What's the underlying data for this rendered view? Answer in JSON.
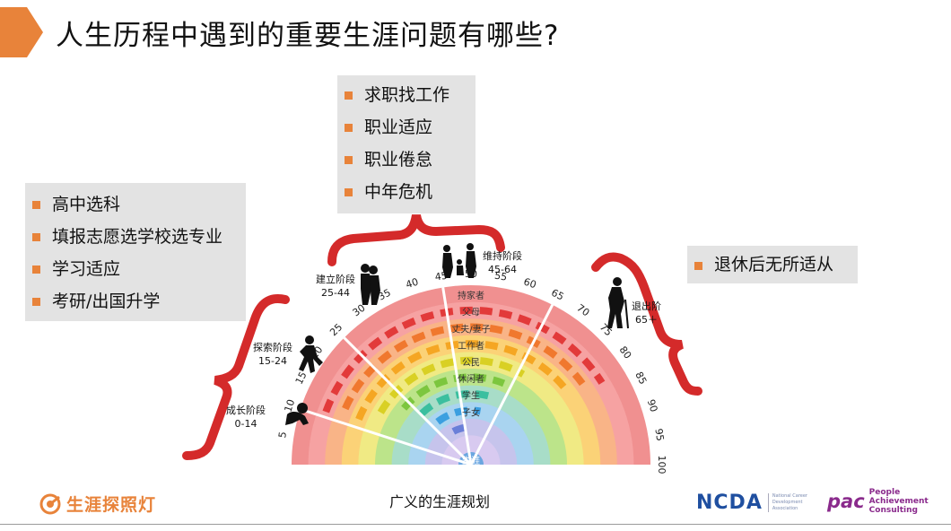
{
  "title": "人生历程中遇到的重要生涯问题有哪些?",
  "boxes": {
    "top": [
      "求职找工作",
      "职业适应",
      "职业倦怠",
      "中年危机"
    ],
    "left": [
      "高中选科",
      "填报志愿选学校选专业",
      "学习适应",
      "考研/出国升学"
    ],
    "right": [
      "退休后无所适从"
    ]
  },
  "stages": {
    "growth": {
      "name": "成长阶段",
      "range": "0-14"
    },
    "exploration": {
      "name": "探索阶段",
      "range": "15-24"
    },
    "establishment": {
      "name": "建立阶段",
      "range": "25-44"
    },
    "maintenance": {
      "name": "维持阶段",
      "range": "45-64"
    },
    "disengagement": {
      "name": "退出阶",
      "range": "65＋"
    }
  },
  "ages": [
    "5",
    "10",
    "15",
    "20",
    "25",
    "30",
    "35",
    "40",
    "45",
    "50",
    "55",
    "60",
    "65",
    "70",
    "75",
    "80",
    "85",
    "90",
    "95",
    "100"
  ],
  "roles": [
    "持家者",
    "父母",
    "丈夫/妻子",
    "工作者",
    "公民",
    "休闲者",
    "学生",
    "子女",
    "生涯"
  ],
  "caption": "广义的生涯规划",
  "logos": {
    "brand": "生涯探照灯",
    "ncda": "NCDA",
    "ncda_full": "National Career Development Association",
    "pac": "pac",
    "pac_full": [
      "People",
      "Achievement",
      "Consulting"
    ]
  },
  "colors": {
    "accent_orange": "#e8833a",
    "bracket_red": "#d42a2a",
    "box_grey": "#e3e3e3",
    "rainbow": [
      "#f09090",
      "#f6a2a2",
      "#f9b487",
      "#fbd277",
      "#f0ea84",
      "#bce48a",
      "#a8ddc8",
      "#a9d4f0",
      "#c6c4ec",
      "#d8caf0"
    ],
    "dash_colors": [
      "#e23a3a",
      "#f0782e",
      "#f5a623",
      "#d9d024",
      "#7cc63e",
      "#3bbf9f",
      "#3b9fe0",
      "#6a7fd8"
    ]
  },
  "icons": [
    "toddler-icon",
    "runner-icon",
    "couple-icon",
    "family-icon",
    "elder-icon"
  ]
}
